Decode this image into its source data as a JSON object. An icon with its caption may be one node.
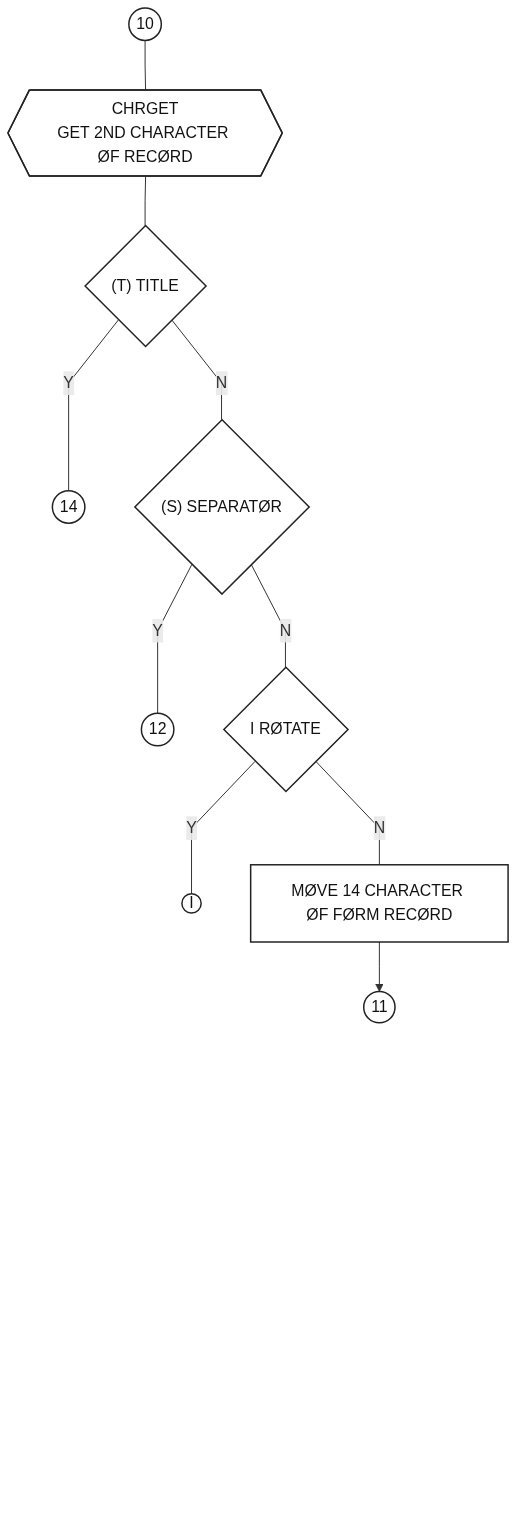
{
  "diagram": {
    "nodes": [
      {
        "text": [
          "10"
        ]
      },
      {
        "text": [
          "CHRGET",
          "GET 2ND CHARACTER ØF RECØRD"
        ]
      },
      {
        "text": [
          "(T) TITLE"
        ]
      },
      {
        "text": [
          "14"
        ]
      },
      {
        "text": [
          "(S) SEPARATØR"
        ]
      },
      {
        "text": [
          "12"
        ]
      },
      {
        "text": [
          "I RØTATE"
        ]
      },
      {
        "text": [
          "I"
        ]
      },
      {
        "text": [
          "MØVE 14 CHARACTER ØF FØRM RECØRD"
        ]
      },
      {
        "text": [
          "11"
        ]
      }
    ],
    "edges": [
      {
        "from": 0,
        "to": 1,
        "arrow": "none"
      },
      {
        "from": 1,
        "to": 2,
        "arrow": "none"
      },
      {
        "from": 2,
        "to": 3,
        "label": "Y",
        "arrow": "none"
      },
      {
        "from": 2,
        "to": 4,
        "label": "N",
        "arrow": "none"
      },
      {
        "from": 4,
        "to": 5,
        "label": "Y",
        "arrow": "none"
      },
      {
        "from": 4,
        "to": 6,
        "label": "N",
        "arrow": "none"
      },
      {
        "from": 6,
        "to": 7,
        "label": "Y",
        "arrow": "none"
      },
      {
        "from": 6,
        "to": 8,
        "label": "N",
        "arrow": "none"
      },
      {
        "from": 8,
        "to": 9,
        "arrow": "to"
      }
    ]
  }
}
